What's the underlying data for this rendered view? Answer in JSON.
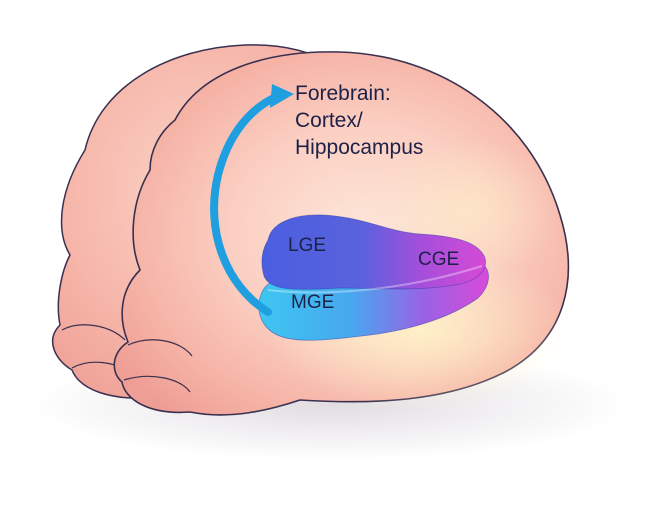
{
  "diagram": {
    "target_label_lines": [
      "Forebrain:",
      "Cortex/",
      "Hippocampus"
    ],
    "regions": [
      {
        "id": "lge",
        "label": "LGE"
      },
      {
        "id": "cge",
        "label": "CGE"
      },
      {
        "id": "mge",
        "label": "MGE"
      }
    ],
    "colors": {
      "outline": "#3a3050",
      "brain_light": "#fde0d8",
      "brain_mid": "#f7b8ac",
      "brain_dark": "#ef9c92",
      "highlight": "#fff3c4",
      "arrow": "#1f9fe0",
      "lge": "#4a64e0",
      "cge": "#d347d8",
      "mge": "#3fc2ef",
      "text": "#1d2147"
    }
  }
}
